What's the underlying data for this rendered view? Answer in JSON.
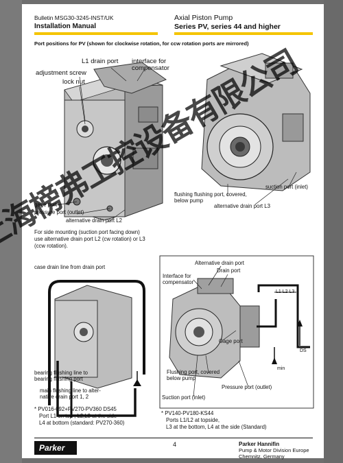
{
  "header": {
    "bulletin": "Bulletin MSG30-3245-INST/UK",
    "manual": "Installation Manual",
    "product": "Axial Piston Pump",
    "series": "Series PV, series 44 and higher"
  },
  "section_title": "Port positions for PV (shown for clockwise rotation, for ccw rotation ports are mirrored)",
  "figure1": {
    "l1_drain": "L1 drain port",
    "interface": [
      "interface for",
      "compensator"
    ],
    "adjust": "adjustment screw",
    "locknut": "lock nut",
    "gage": "gage port",
    "pressure": "pressure port (outlet)",
    "alt_l2": "alternative drain port L2",
    "flushing": [
      "flushing flushing port, covered,",
      "below pump"
    ],
    "suction": "suction port (inlet)",
    "alt_l3": "alternative drain port L3"
  },
  "side_mount_note": [
    "For side mounting (suction port facing down)",
    "use alternative drain port L2 (cw rotation) or L3",
    "(ccw rotation)."
  ],
  "figure2": {
    "case_drain": "case drain line from drain port",
    "bearing": [
      "bearing flushing line to",
      "bearing flushing port"
    ],
    "main_flush": [
      "main flushing line to alter-",
      "native drain port 1, 2"
    ]
  },
  "note_left": [
    "* PV016-092+PV270-PV360 DS45",
    "Port L1 on top ; L2,L3 at the side",
    "L4 at bottom (standard: PV270-360)"
  ],
  "figure3": {
    "alt_drain": "Alternative drain port",
    "drain": "Drain port",
    "interface": [
      "Interface for",
      "compensator"
    ],
    "gage": "Gage port",
    "flushing": [
      "Flushing port, covered",
      "below pump"
    ],
    "pressure": "Pressure port (outlet)",
    "suction": "Suction port (inlet)",
    "ports_label": "L1 L2 L3",
    "ds_label": "DS",
    "min_label": "min"
  },
  "note_right": [
    "* PV140-PV180-KS44",
    "Ports L1/L2 at topside,",
    "L3 at the bottom, L4 at the side (Standard)"
  ],
  "footer": {
    "logo": "Parker",
    "page": "4",
    "company": "Parker Hannifin",
    "division": "Pump & Motor Division Europe",
    "city": "Chemnitz, Germany"
  },
  "watermark": "上海榜弗工控设备有限公司",
  "colors": {
    "accent": "#f4c400",
    "text": "#111111",
    "logo_bg": "#111111"
  }
}
